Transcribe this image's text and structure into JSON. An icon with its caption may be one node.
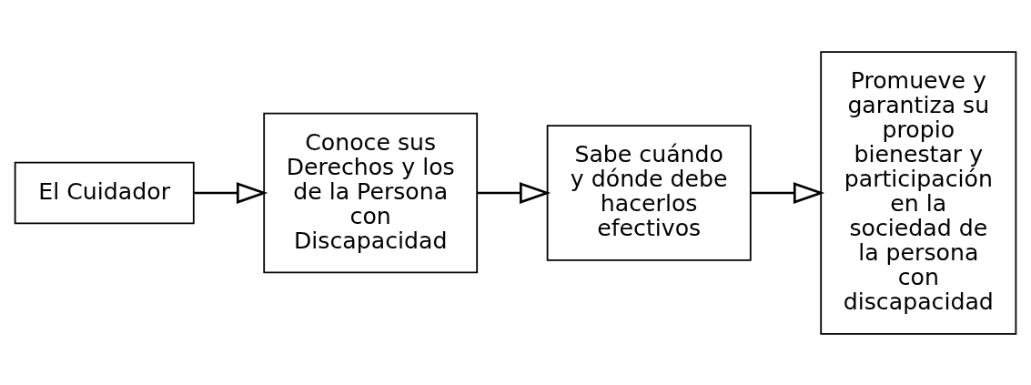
{
  "diagram": {
    "nodes": [
      {
        "text": [
          "El Cuidador"
        ]
      },
      {
        "text": [
          "Conoce sus Derechos y los de la Persona con Discapacidad"
        ]
      },
      {
        "text": [
          "Sabe cuándo y dónde debe hacerlos efectivos"
        ]
      },
      {
        "text": [
          "Promueve y garantiza su propio bienestar y participación en la sociedad de la persona con discapacidad"
        ]
      }
    ],
    "edges": [
      {
        "from": 0,
        "to": 1,
        "arrow": "to"
      },
      {
        "from": 1,
        "to": 2,
        "arrow": "to"
      },
      {
        "from": 2,
        "to": 3,
        "arrow": "to"
      }
    ]
  }
}
